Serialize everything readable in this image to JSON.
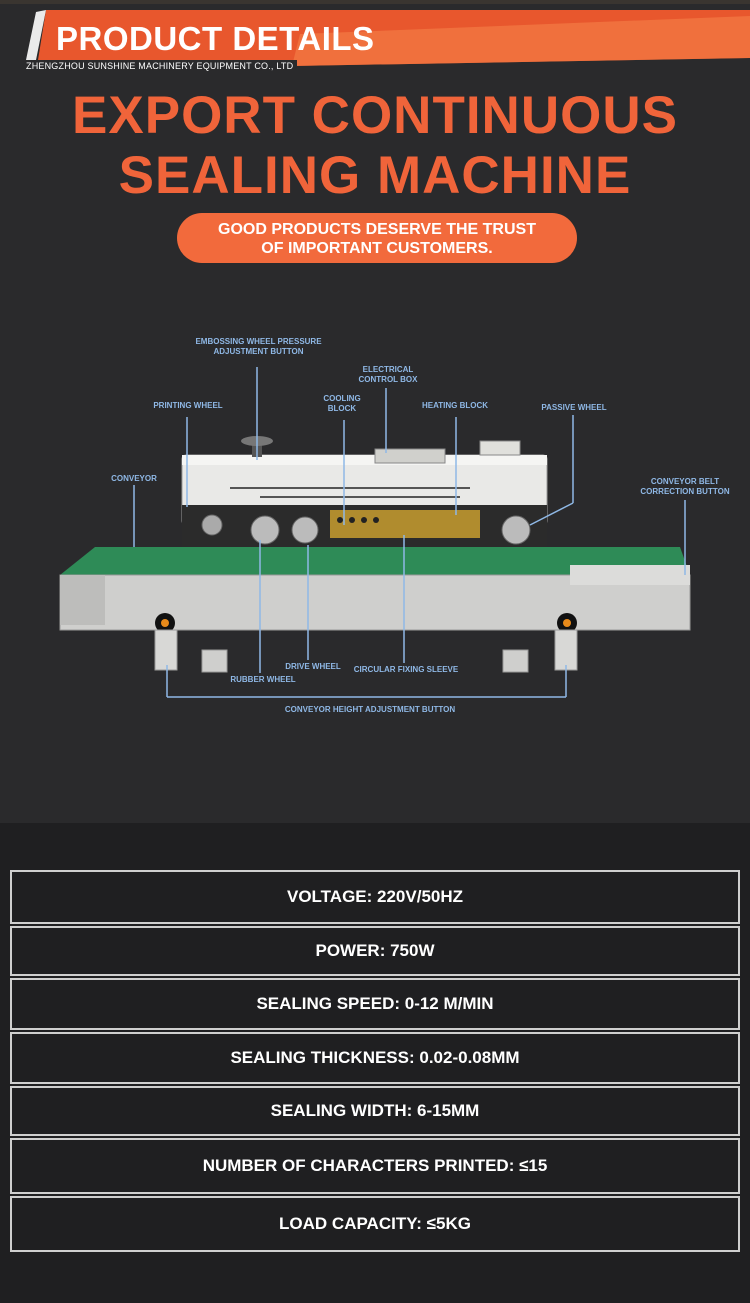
{
  "header": {
    "title": "PRODUCT DETAILS",
    "company": "ZHENGZHOU SUNSHINE MACHINERY EQUIPMENT CO., LTD"
  },
  "hero": {
    "title_line1": "EXPORT CONTINUOUS",
    "title_line2": "SEALING MACHINE",
    "slogan_line1": "GOOD PRODUCTS DESERVE THE TRUST",
    "slogan_line2": "OF IMPORTANT CUSTOMERS."
  },
  "diagram": {
    "labels": {
      "embossing_1": "EMBOSSING WHEEL PRESSURE",
      "embossing_2": "ADJUSTMENT BUTTON",
      "electrical_1": "ELECTRICAL",
      "electrical_2": "CONTROL BOX",
      "printing": "PRINTING WHEEL",
      "cooling_1": "COOLING",
      "cooling_2": "BLOCK",
      "heating": "HEATING BLOCK",
      "passive": "PASSIVE WHEEL",
      "conveyor": "CONVEYOR",
      "correction_1": "CONVEYOR BELT",
      "correction_2": "CORRECTION BUTTON",
      "drive": "DRIVE WHEEL",
      "fixing": "CIRCULAR FIXING SLEEVE",
      "rubber": "RUBBER WHEEL",
      "height": "CONVEYOR HEIGHT ADJUSTMENT BUTTON"
    }
  },
  "specs": [
    "VOLTAGE: 220V/50HZ",
    "POWER: 750W",
    "SEALING SPEED: 0-12 M/MIN",
    "SEALING THICKNESS: 0.02-0.08MM",
    "SEALING WIDTH: 6-15MM",
    "NUMBER OF CHARACTERS PRINTED: ≤15",
    "LOAD CAPACITY: ≤5KG"
  ],
  "colors": {
    "accent": "#f26a3c",
    "title": "#f0643a",
    "label": "#8fb8e6",
    "background": "#2a2a2c"
  }
}
